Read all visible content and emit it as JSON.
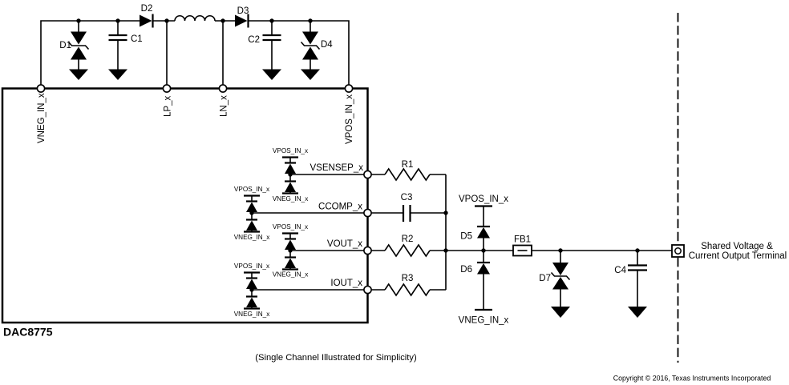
{
  "part": {
    "name": "DAC8775"
  },
  "caption": "(Single Channel Illustrated for Simplicity)",
  "copyright": "Copyright © 2016, Texas Instruments Incorporated",
  "pins": {
    "top": [
      "VNEG_IN_x",
      "LP_x",
      "LN_x",
      "VPOS_IN_x"
    ],
    "right": [
      "VSENSEP_x",
      "CCOMP_x",
      "VOUT_x",
      "IOUT_x"
    ]
  },
  "rails": {
    "vpos": "VPOS_IN_x",
    "vneg": "VNEG_IN_x"
  },
  "components": {
    "d1": "D1",
    "d2": "D2",
    "d3": "D3",
    "d4": "D4",
    "d5": "D5",
    "d6": "D6",
    "d7": "D7",
    "c1": "C1",
    "c2": "C2",
    "c3": "C3",
    "c4": "C4",
    "r1": "R1",
    "r2": "R2",
    "r3": "R3",
    "fb1": "FB1"
  },
  "terminal": {
    "line1": "Shared Voltage &",
    "line2": "Current Output Terminal"
  },
  "colors": {
    "line": "#000000",
    "background": "#ffffff"
  }
}
